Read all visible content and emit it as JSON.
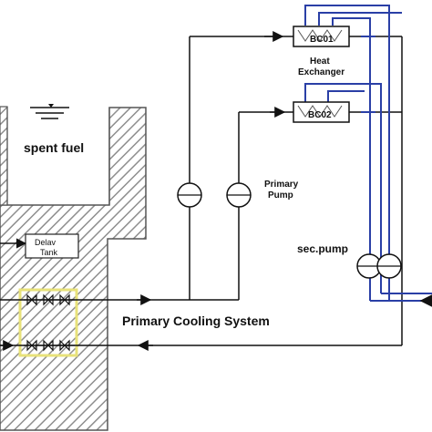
{
  "labels": {
    "spent_fuel": "spent fuel",
    "delay_tank_line1": "Delav",
    "delay_tank_line2": "Tank",
    "bc01": "BC01",
    "bc02": "BC02",
    "heat_exchanger_line1": "Heat",
    "heat_exchanger_line2": "Exchanger",
    "primary_pump_line1": "Primary",
    "primary_pump_line2": "Pump",
    "sec_pump": "sec.pump",
    "primary_cooling_system": "Primary Cooling System"
  },
  "colors": {
    "primary_loop": "#111111",
    "secondary_loop": "#2a3fa6",
    "pool_hatch": "#9a9a9a",
    "valve_highlight": "#e8e27a"
  }
}
